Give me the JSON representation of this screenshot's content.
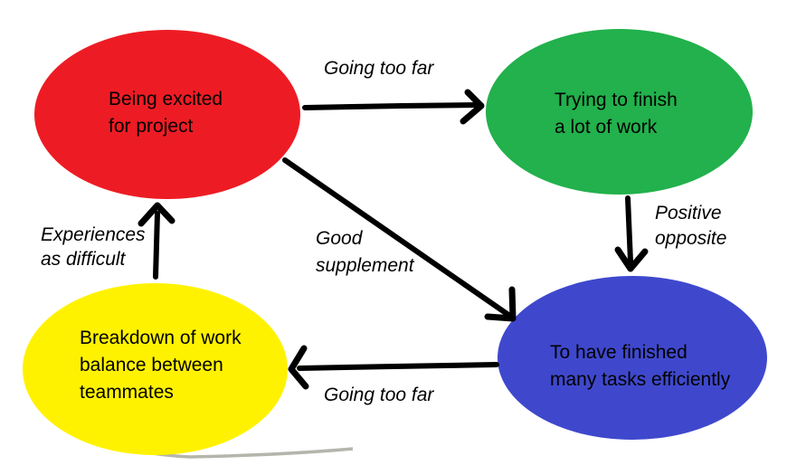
{
  "diagram": {
    "background_color": "#ffffff",
    "arrow_color": "#000000",
    "text_color": "#000000",
    "shadow_color": "#a8a89e",
    "nodes": [
      {
        "id": "being-excited",
        "color": "#ed1c24",
        "label_lines": [
          "Being excited",
          "for project"
        ]
      },
      {
        "id": "trying-to-finish",
        "color": "#22b14c",
        "label_lines": [
          "Trying to finish",
          "a lot of work"
        ]
      },
      {
        "id": "breakdown-of-work-balance",
        "color": "#fff200",
        "label_lines": [
          "Breakdown of work",
          "balance between",
          "teammates"
        ]
      },
      {
        "id": "finished-many-tasks",
        "color": "#3f48cc",
        "label_lines": [
          "To have finished",
          "many tasks efficiently"
        ]
      }
    ],
    "edges": [
      {
        "from": "being-excited",
        "to": "trying-to-finish",
        "label": "Going too far"
      },
      {
        "from": "trying-to-finish",
        "to": "finished-many-tasks",
        "label_lines": [
          "Positive",
          "opposite"
        ]
      },
      {
        "from": "being-excited",
        "to": "finished-many-tasks",
        "label_lines": [
          "Good",
          "supplement"
        ]
      },
      {
        "from": "finished-many-tasks",
        "to": "breakdown-of-work-balance",
        "label": "Going too far"
      },
      {
        "from": "breakdown-of-work-balance",
        "to": "being-excited",
        "label_lines": [
          "Experiences",
          "as difficult"
        ]
      }
    ]
  }
}
